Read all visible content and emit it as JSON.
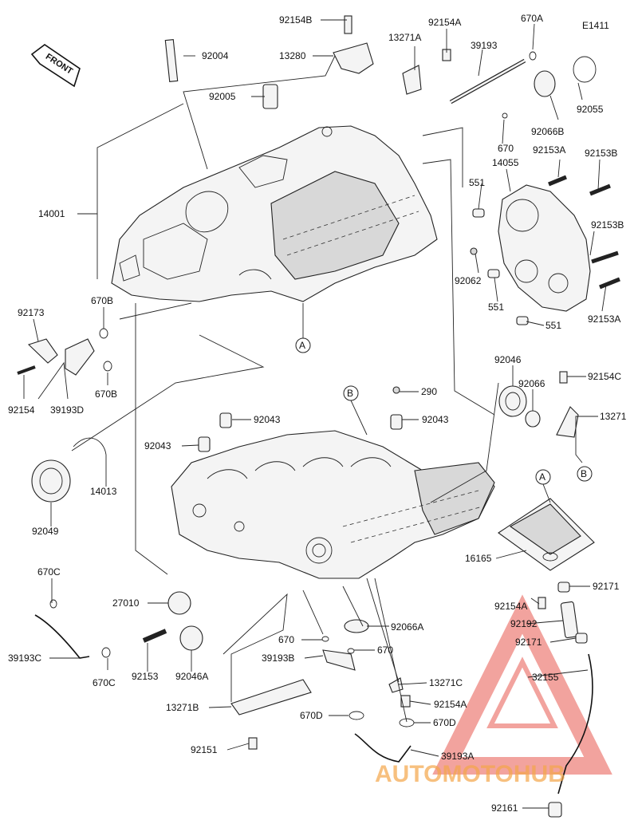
{
  "diagram": {
    "code": "E1411",
    "front_label": "FRONT",
    "parts": {
      "p92154B": "92154B",
      "p92154A_top": "92154A",
      "p670A": "670A",
      "p13271A": "13271A",
      "p39193": "39193",
      "p92004": "92004",
      "p13280": "13280",
      "p92005": "92005",
      "p92055": "92055",
      "p92066B": "92066B",
      "p670": "670",
      "p14055": "14055",
      "p92153A_top": "92153A",
      "p92153B_top": "92153B",
      "p551_a": "551",
      "p14001": "14001",
      "p92153B_mid": "92153B",
      "p92062": "92062",
      "p551_b": "551",
      "p551_c": "551",
      "p92153A_bot": "92153A",
      "p92173": "92173",
      "p670B_top": "670B",
      "p92154": "92154",
      "p39193D": "39193D",
      "p670B_bot": "670B",
      "p92046": "92046",
      "p92066": "92066",
      "p92154C": "92154C",
      "p290": "290",
      "p13271": "13271",
      "p92043_a": "92043",
      "p92043_b": "92043",
      "p92043_c": "92043",
      "p14013": "14013",
      "p92049": "92049",
      "p16165": "16165",
      "p670C_top": "670C",
      "p27010": "27010",
      "p92171_a": "92171",
      "p92154A_mid": "92154A",
      "p92192": "92192",
      "p92066A": "92066A",
      "p92171_b": "92171",
      "p39193C": "39193C",
      "p670C_bot": "670C",
      "p92153_bot": "92153",
      "p92046A": "92046A",
      "p670_bot": "670",
      "p39193B": "39193B",
      "p670_bot2": "670",
      "p13271C": "13271C",
      "p32155": "32155",
      "p92154A_low": "92154A",
      "p13271B": "13271B",
      "p670D_a": "670D",
      "p670D_b": "670D",
      "p39193A": "39193A",
      "p92151": "92151",
      "p92161": "92161"
    },
    "callouts": {
      "A_top": "A",
      "B_top": "B",
      "B_right": "B",
      "A_right": "A"
    },
    "watermark": "AUTOMOTOHUB",
    "colors": {
      "watermark_red": "#e8584f",
      "watermark_orange": "#f4a64a",
      "line": "#222222"
    }
  }
}
